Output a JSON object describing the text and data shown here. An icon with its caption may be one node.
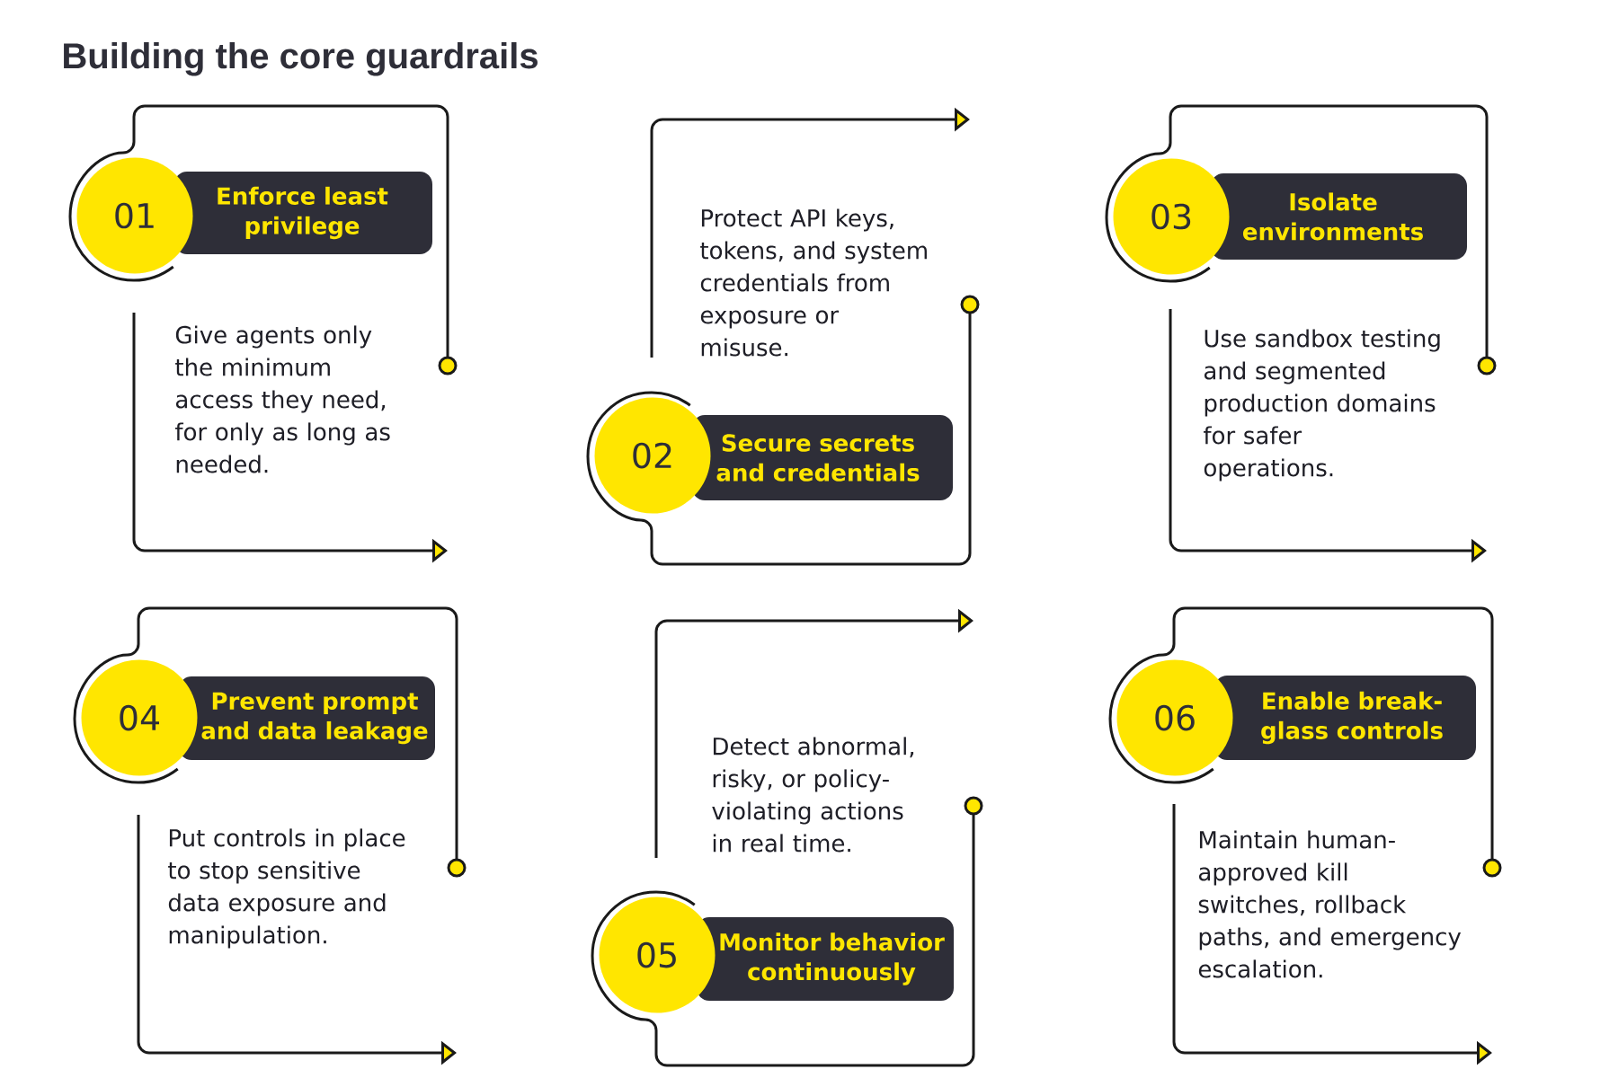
{
  "diagram": {
    "title": "Building the core guardrails",
    "nodes": [
      {
        "text": [
          "01"
        ]
      },
      {
        "text": [
          "Enforce least privilege"
        ],
        "beside": [
          "Give agents only the minimum access they need, for only as long as needed."
        ]
      },
      {
        "text": [
          "02"
        ]
      },
      {
        "text": [
          "Secure secrets and credentials"
        ],
        "beside": [
          "Protect API keys, tokens, and system credentials from exposure or misuse."
        ]
      },
      {
        "text": [
          "03"
        ]
      },
      {
        "text": [
          "Isolate environments"
        ],
        "beside": [
          "Use sandbox testing and segmented production domains for safer operations."
        ]
      },
      {
        "text": [
          "04"
        ]
      },
      {
        "text": [
          "Prevent prompt and data leakage"
        ],
        "beside": [
          "Put controls in place to stop sensitive data exposure and manipulation."
        ]
      },
      {
        "text": [
          "05"
        ]
      },
      {
        "text": [
          "Monitor behavior continuously"
        ],
        "beside": [
          "Detect abnormal, risky, or policy-violating actions in real time."
        ]
      },
      {
        "text": [
          "06"
        ]
      },
      {
        "text": [
          "Enable break-glass controls"
        ],
        "beside": [
          "Maintain human-approved kill switches, rollback paths, and emergency escalation."
        ]
      }
    ]
  }
}
